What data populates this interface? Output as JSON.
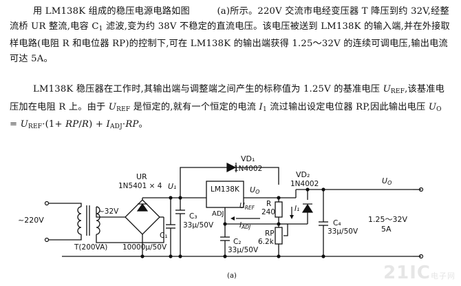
{
  "text": {
    "p1_a": "用 LM138K 组成的稳压电源电路如图",
    "p1_b": "(a)所示。220V 交流市电经变压器 T 降压到约 32V,经整流桥 UR 整流,电容 C",
    "p1_c1": "1",
    "p1_d": " 滤波,变为约 38V 不稳定的直流电压。该电压被送到 LM138K 的输入端,并在外接取样电路(电阻 R 和电位器 RP)的控制下,可在 LM138K 的输出端获得 1.25～32V 的连续可调电压,输出电流可达 5A。",
    "p2_a": "LM138K 稳压器在工作时,其输出端与调整端之间产生的标称值为 1.25V 的基准电压 ",
    "p2_u": "U",
    "p2_ref": "REF",
    "p2_b": ",该基准电压加在电阻 R 上。由于 ",
    "p2_u2": "U",
    "p2_ref2": "REF",
    "p2_c": " 是恒定的,就有一个恒定的电流 ",
    "p2_i": "I",
    "p2_i1": "1",
    "p2_d": " 流过输出设定电位器 RP,因此输出电压 ",
    "p2_uo": "U",
    "p2_o": "O",
    "p2_e": " = ",
    "p2_uref3": "U",
    "p2_ref3": "REF",
    "p2_f": "·(1+ ",
    "p2_rp": "RP",
    "p2_g": "/",
    "p2_r": "R",
    "p2_h": ") + ",
    "p2_iadj": "I",
    "p2_adj": "ADJ",
    "p2_k": "·",
    "p2_rp2": "RP",
    "p2_end": "。"
  },
  "circuit": {
    "vd1": "VD₁",
    "vd1_part": "1N4002",
    "vd2": "VD₂",
    "vd2_part": "1N4002",
    "ur": "UR",
    "ur_part": "1N5401 × 4",
    "u1": "U₁",
    "ic": "LM138K",
    "uo_pin": "U",
    "uo_pin_sub": "O",
    "adj": "ADJ",
    "uout": "U",
    "uout_sub": "O",
    "input": "~220V",
    "secondary": "~32V",
    "transformer": "T(200VA)",
    "c1": "C₁",
    "c1_val": "10000μ/50V",
    "c3": "C₃",
    "c3_val": "33μ/50V",
    "c2": "C₂",
    "c2_val": "33μ/50V",
    "c4": "C₄",
    "c4_val": "33μ/50V",
    "r": "R",
    "r_val": "240",
    "i1": "I₁",
    "uref": "U",
    "uref_sub": "REF",
    "iadj": "I",
    "iadj_sub": "ADJ",
    "rp": "RP",
    "rp_val": "6.2k",
    "range": "1.25～32V",
    "current": "5A",
    "caption": "(a)"
  },
  "watermark": {
    "logo": "21IC",
    "sub": "电子网"
  }
}
